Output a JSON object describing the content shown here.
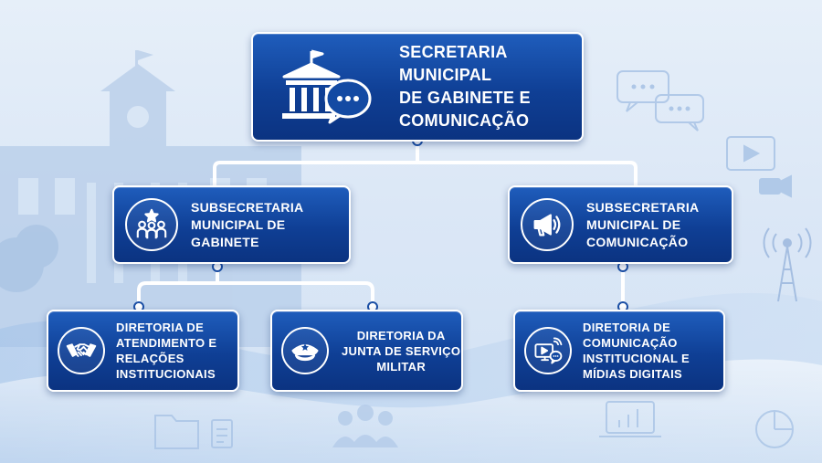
{
  "colors": {
    "box_top": "#1f5dbc",
    "box_bottom": "#0b3381",
    "connector": "#ffffff",
    "background": "#dbe7f6"
  },
  "root": {
    "lines": [
      "SECRETARIA MUNICIPAL",
      "DE GABINETE E",
      "COMUNICAÇÃO"
    ],
    "icon": "government-building-speech-icon"
  },
  "subsecretarias": [
    {
      "lines": [
        "SUBSECRETARIA",
        "MUNICIPAL DE",
        "GABINETE"
      ],
      "icon": "team-star-icon"
    },
    {
      "lines": [
        "SUBSECRETARIA",
        "MUNICIPAL DE",
        "COMUNICAÇÃO"
      ],
      "icon": "megaphone-icon"
    }
  ],
  "diretorias": [
    {
      "lines": [
        "DIRETORIA DE",
        "ATENDIMENTO E",
        "RELAÇÕES",
        "INSTITUCIONAIS"
      ],
      "icon": "handshake-icon"
    },
    {
      "lines": [
        "DIRETORIA DA",
        "JUNTA DE SERVIÇO",
        "MILITAR"
      ],
      "icon": "military-cap-icon"
    },
    {
      "lines": [
        "DIRETORIA DE",
        "COMUNICAÇÃO",
        "INSTITUCIONAL E",
        "MÍDIAS DIGITAIS"
      ],
      "icon": "digital-media-icon"
    }
  ]
}
